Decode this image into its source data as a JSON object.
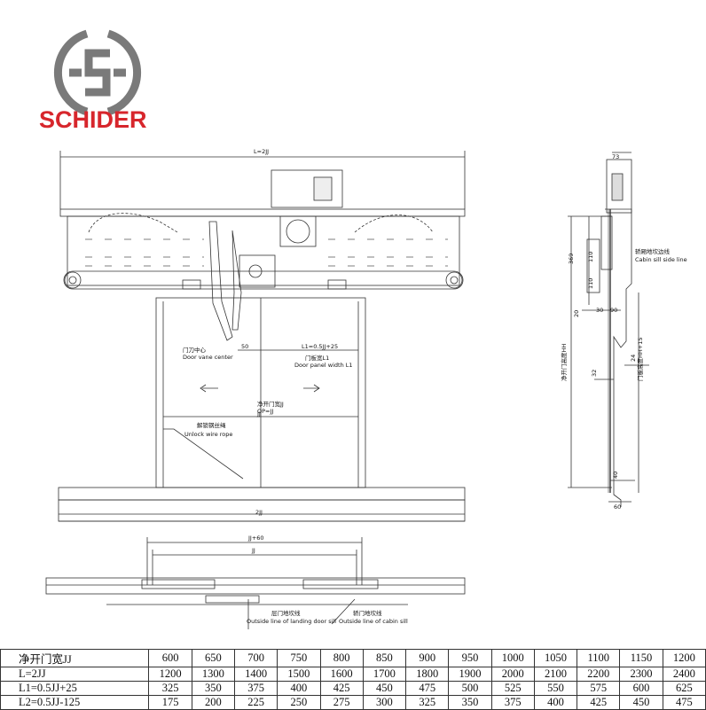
{
  "brand": {
    "name": "SCHIDER",
    "color": "#d7262c",
    "mark_color": "#7a7a7a"
  },
  "drawing": {
    "front_view": {
      "top_dim": "L=2JJ",
      "vane_center_cn": "门刀中心",
      "vane_center_en": "Door vane center",
      "dim_50": "50",
      "panel_dim": "L1=0.5JJ+25",
      "panel_width_cn": "门板宽L1",
      "panel_width_en": "Door panel width L1",
      "clear_width_cn": "净开门宽JJ",
      "clear_width_op": "OP=JJ",
      "jj": "JJ",
      "unlock_cn": "解锁钢丝绳",
      "unlock_en": "Unlock wire rope",
      "bottom_dim": "2JJ"
    },
    "side_view": {
      "d73": "73",
      "sill_cn": "轿厢地坎边线",
      "sill_en": "Cabin sill side line",
      "d369": "369",
      "d110a": "110",
      "d110b": "110",
      "d20": "20",
      "d30": "30",
      "d90": "90",
      "d24": "24",
      "d32": "32",
      "clear_height": "净开门高度HH",
      "panel_height": "门板高度HH+15",
      "d40": "40",
      "d60": "60"
    },
    "bottom_view": {
      "dim_top": "JJ+60",
      "dim_mid": "JJ",
      "landing_cn": "层门地坎线",
      "landing_en": "Outside line of landing door sill",
      "cabin_cn": "轿门地坎线",
      "cabin_en": "Outside line of cabin sill"
    }
  },
  "table": {
    "rows": [
      {
        "label": "净开门宽JJ",
        "values": [
          "600",
          "650",
          "700",
          "750",
          "800",
          "850",
          "900",
          "950",
          "1000",
          "1050",
          "1100",
          "1150",
          "1200"
        ]
      },
      {
        "label": "L=2JJ",
        "values": [
          "1200",
          "1300",
          "1400",
          "1500",
          "1600",
          "1700",
          "1800",
          "1900",
          "2000",
          "2100",
          "2200",
          "2300",
          "2400"
        ]
      },
      {
        "label": "L1=0.5JJ+25",
        "values": [
          "325",
          "350",
          "375",
          "400",
          "425",
          "450",
          "475",
          "500",
          "525",
          "550",
          "575",
          "600",
          "625"
        ]
      },
      {
        "label": "L2=0.5JJ-125",
        "values": [
          "175",
          "200",
          "225",
          "250",
          "275",
          "300",
          "325",
          "350",
          "375",
          "400",
          "425",
          "450",
          "475"
        ]
      }
    ]
  }
}
